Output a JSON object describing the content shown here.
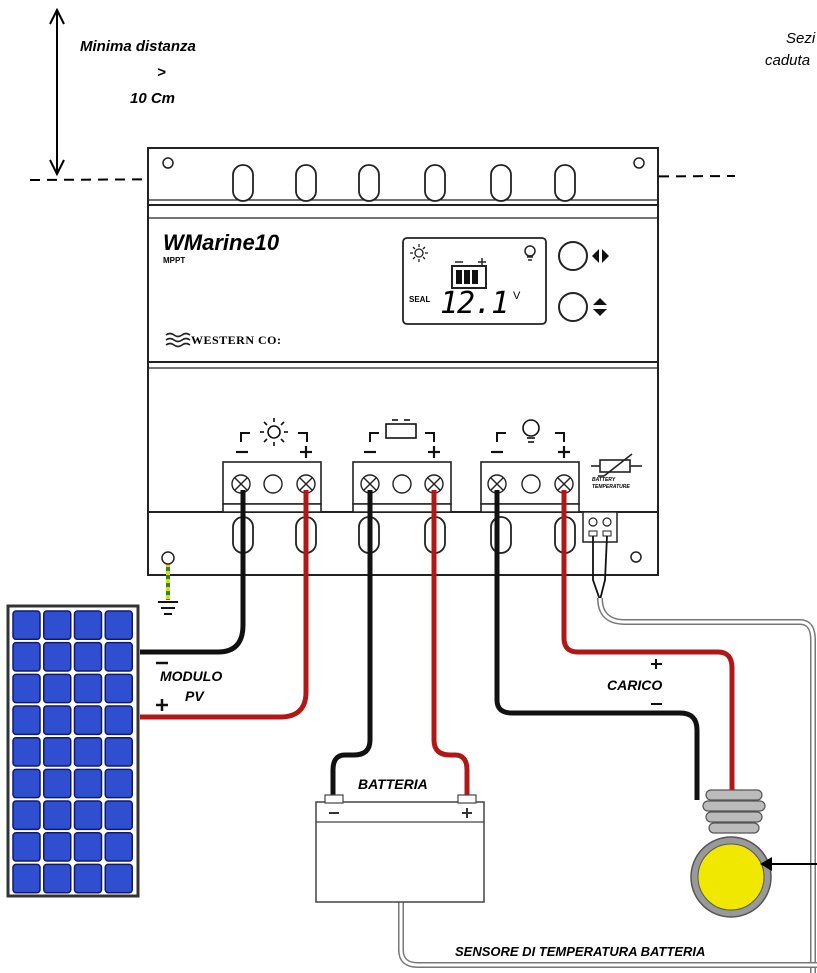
{
  "distance_note": {
    "line1": "Minima distanza",
    "line2": ">",
    "line3": "10 Cm"
  },
  "corner_note": {
    "line1": "Sezi",
    "line2": "caduta"
  },
  "controller": {
    "model": "WMarine10",
    "subtitle": "MPPT",
    "brand": "WESTERN CO:",
    "display_mode": "SEAL",
    "display_voltage": "12.1",
    "display_unit": "V",
    "sensor_label_1": "BATTERY",
    "sensor_label_2": "TEMPERATURE",
    "pv_terminal_icon": "sun-icon",
    "battery_terminal_icon": "battery-icon",
    "load_terminal_icon": "bulb-icon"
  },
  "labels": {
    "pv_module_1": "MODULO",
    "pv_module_2": "PV",
    "pv_minus": "–",
    "pv_plus": "+",
    "battery": "BATTERIA",
    "load": "CARICO",
    "load_plus": "+",
    "load_minus": "–",
    "sensor": "SENSORE DI TEMPERATURA BATTERIA"
  },
  "colors": {
    "positive_wire": "#b01818",
    "negative_wire": "#111111",
    "panel_cell": "#2f4fd0",
    "bulb": "#f0e800"
  }
}
